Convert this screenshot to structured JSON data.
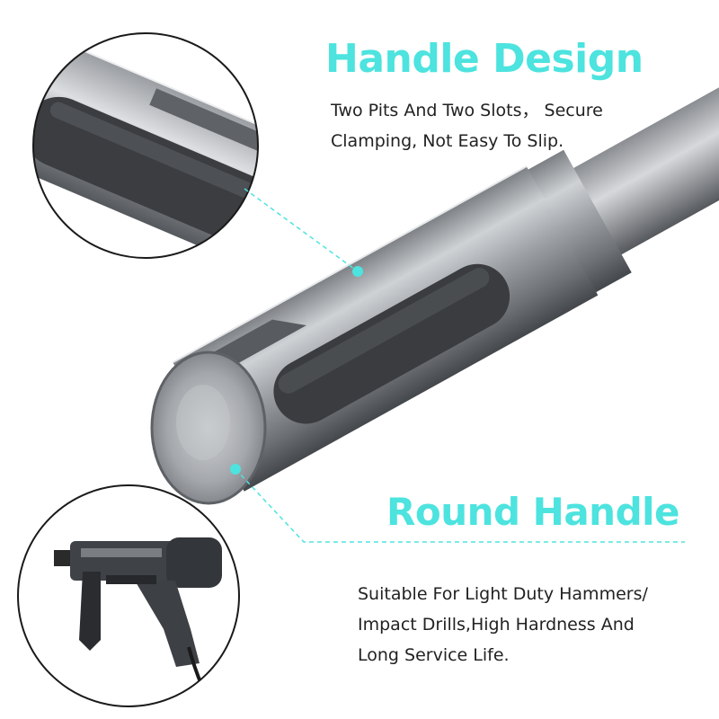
{
  "handle_design": {
    "title": "Handle Design",
    "lines": [
      "Two Pits And Two Slots， Secure",
      "Clamping, Not Easy To Slip."
    ]
  },
  "round_handle": {
    "title": "Round Handle",
    "lines": [
      "Suitable For Light Duty Hammers/",
      "Impact Drills,High Hardness And",
      "Long Service Life."
    ]
  },
  "colors": {
    "accent": "#4de3df",
    "text": "#222222",
    "background": "#ffffff",
    "metal": "#a9acb0"
  }
}
